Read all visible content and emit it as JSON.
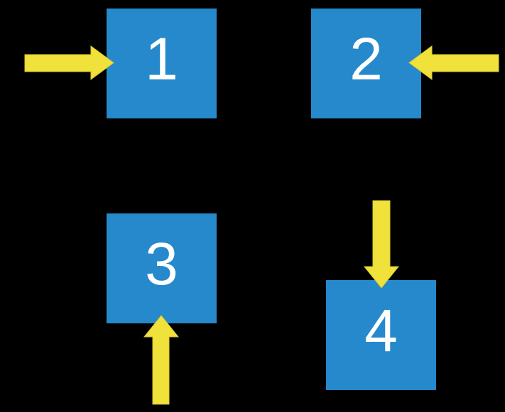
{
  "colors": {
    "background": "#000000",
    "square": "#2589CB",
    "arrow": "#F1E13B",
    "arrow_outline": "#D8C72F",
    "label": "#FFFFFF"
  },
  "squares": [
    {
      "label": "1",
      "arrow_direction": "right",
      "arrow_side": "left"
    },
    {
      "label": "2",
      "arrow_direction": "left",
      "arrow_side": "right"
    },
    {
      "label": "3",
      "arrow_direction": "up",
      "arrow_side": "bottom"
    },
    {
      "label": "4",
      "arrow_direction": "down",
      "arrow_side": "top"
    }
  ]
}
